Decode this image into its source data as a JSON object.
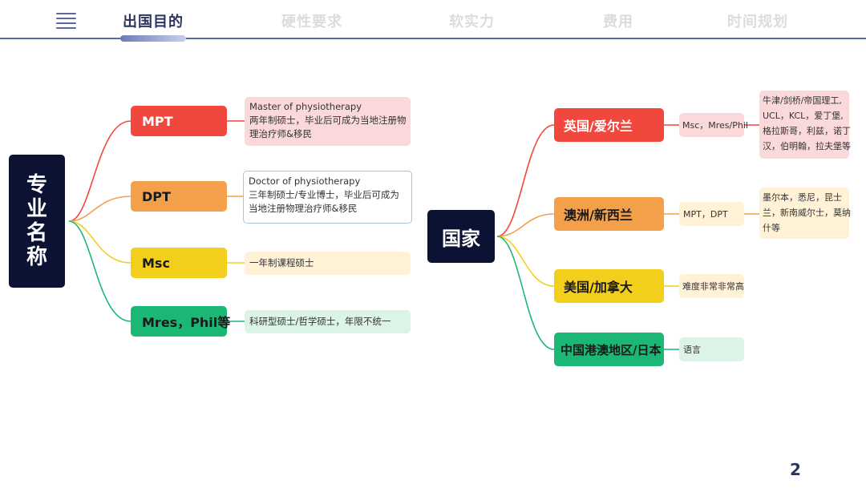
{
  "nav": {
    "tabs": [
      {
        "label": "出国目的",
        "active": true
      },
      {
        "label": "硬性要求",
        "active": false
      },
      {
        "label": "软实力",
        "active": false
      },
      {
        "label": "费用",
        "active": false
      },
      {
        "label": "时间规划",
        "active": false
      }
    ]
  },
  "left_map": {
    "root": "专业名称",
    "branches": [
      {
        "label": "MPT",
        "color": "#f2473c",
        "note_lines": [
          "Master of physiotherapy",
          "两年制硕士，毕业后可成为当地注册物",
          "理治疗师&移民"
        ]
      },
      {
        "label": "DPT",
        "color": "#f4a04a",
        "note_lines": [
          "Doctor of physiotherapy",
          "三年制硕士/专业博士，毕业后可成为",
          "当地注册物理治疗师&移民"
        ]
      },
      {
        "label": "Msc",
        "color": "#f2cf1c",
        "note_lines": [
          "一年制课程硕士"
        ]
      },
      {
        "label": "Mres，Phil等",
        "color": "#1bb774",
        "note_lines": [
          "科研型硕士/哲学硕士，年限不统一"
        ]
      }
    ]
  },
  "right_map": {
    "root": "国家",
    "branches": [
      {
        "label": "英国/爱尔兰",
        "color": "#f2473c",
        "note": "Msc，Mres/Phil",
        "detail_lines": [
          "牛津/剑桥/帝国理工,",
          "UCL，KCL，爱丁堡,",
          "格拉斯哥，利兹，诺丁",
          "汉，伯明翰，拉夫堡等"
        ]
      },
      {
        "label": "澳洲/新西兰",
        "color": "#f4a04a",
        "note": "MPT，DPT",
        "detail_lines": [
          "墨尔本，悉尼，昆士",
          "兰，新南威尔士，莫纳",
          "什等"
        ]
      },
      {
        "label": "美国/加拿大",
        "color": "#f2cf1c",
        "note": "难度非常非常高"
      },
      {
        "label": "中国港澳地区/日本",
        "color": "#1bb774",
        "note": "语言"
      }
    ]
  },
  "page_number": "2"
}
